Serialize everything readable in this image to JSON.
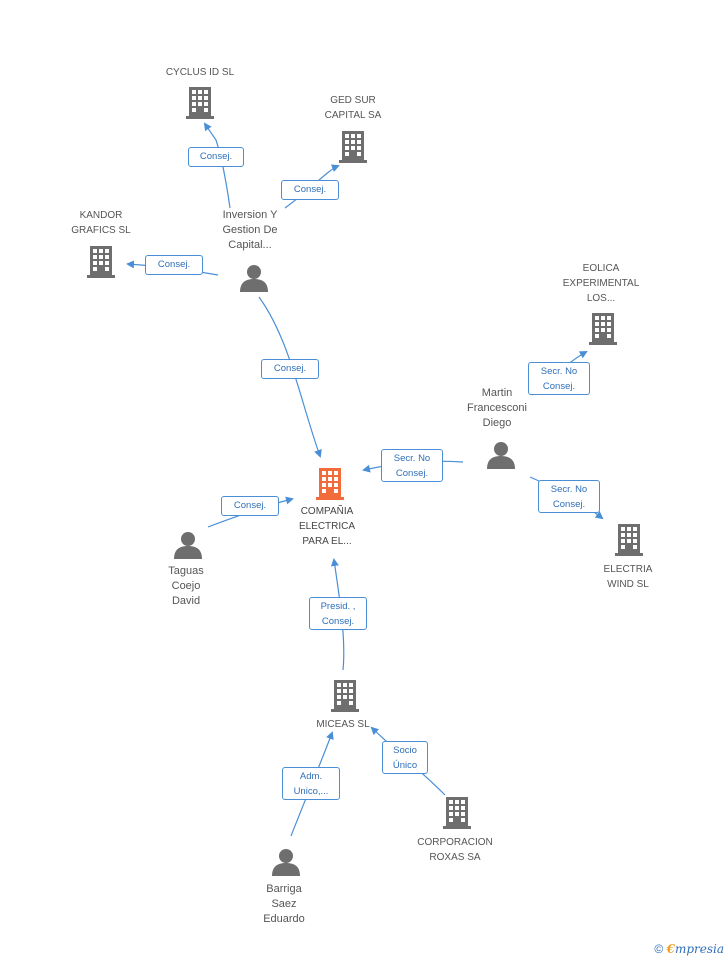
{
  "nodes": {
    "cyclus": {
      "name": "CYCLUS ID SL",
      "type": "company"
    },
    "ged": {
      "name": "GED SUR\nCAPITAL SA",
      "type": "company"
    },
    "kandor": {
      "name": "KANDOR\nGRAFICS SL",
      "type": "company"
    },
    "inversion": {
      "name": "Inversion Y\nGestion De\nCapital...",
      "type": "person"
    },
    "eolica": {
      "name": "EOLICA\nEXPERIMENTAL\nLOS...",
      "type": "company"
    },
    "martin": {
      "name": "Martin\nFrancesconi\nDiego",
      "type": "person"
    },
    "compania": {
      "name": "COMPAÑIA\nELECTRICA\nPARA EL...",
      "type": "company-main"
    },
    "electria": {
      "name": "ELECTRIA\nWIND SL",
      "type": "company"
    },
    "taguas": {
      "name": "Taguas\nCoejo\nDavid",
      "type": "person"
    },
    "miceas": {
      "name": "MICEAS SL",
      "type": "company"
    },
    "corporacion": {
      "name": "CORPORACION\nROXAS SA",
      "type": "company"
    },
    "barriga": {
      "name": "Barriga\nSaez\nEduardo",
      "type": "person"
    }
  },
  "edges": [
    {
      "from": "inversion",
      "to": "cyclus",
      "label": "Consej."
    },
    {
      "from": "inversion",
      "to": "ged",
      "label": "Consej."
    },
    {
      "from": "inversion",
      "to": "kandor",
      "label": "Consej."
    },
    {
      "from": "inversion",
      "to": "compania",
      "label": "Consej."
    },
    {
      "from": "martin",
      "to": "eolica",
      "label": "Secr.  No\nConsej."
    },
    {
      "from": "martin",
      "to": "compania",
      "label": "Secr.  No\nConsej."
    },
    {
      "from": "martin",
      "to": "electria",
      "label": "Secr.  No\nConsej."
    },
    {
      "from": "taguas",
      "to": "compania",
      "label": "Consej."
    },
    {
      "from": "miceas",
      "to": "compania",
      "label": "Presid. ,\nConsej."
    },
    {
      "from": "corporacion",
      "to": "miceas",
      "label": "Socio\nÚnico"
    },
    {
      "from": "barriga",
      "to": "miceas",
      "label": "Adm.\nUnico,..."
    }
  ],
  "colors": {
    "edge": "#4a8fd6",
    "icon": "#6e6e6e",
    "main_icon": "#f26b3a",
    "label": "#555555"
  },
  "footer": {
    "copyright": "©",
    "brand_first": "€",
    "brand_rest": "mpresia"
  }
}
